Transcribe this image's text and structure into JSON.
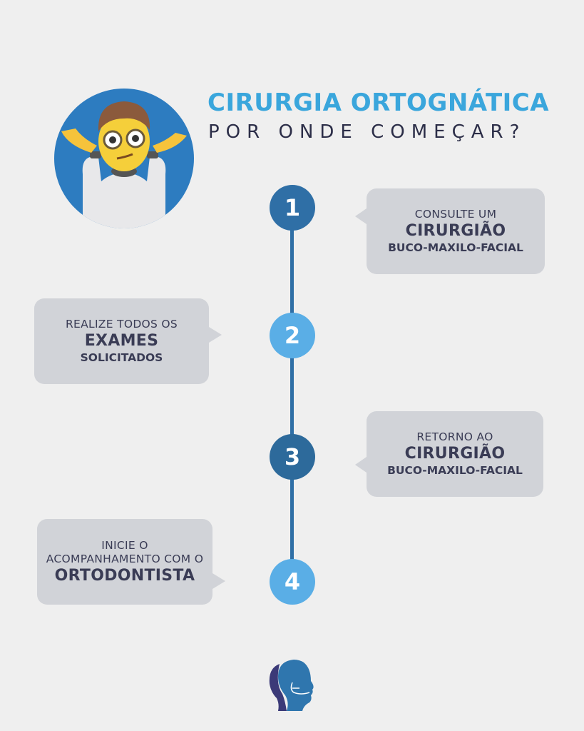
{
  "header": {
    "title": "CIRURGIA ORTOGNÁTICA",
    "subtitle": "POR ONDE COMEÇAR?"
  },
  "avatar": {
    "icon": "person-shrugging-emoji-icon",
    "background": "#2d7cc0"
  },
  "steps": [
    {
      "number": "1",
      "line1": "CONSULTE UM",
      "line2": "CIRURGIÃO",
      "line3": "BUCO-MAXILO-FACIAL",
      "circle_color": "#2f6fa6"
    },
    {
      "number": "2",
      "line1": "REALIZE TODOS OS",
      "line2": "EXAMES",
      "line3": "SOLICITADOS",
      "circle_color": "#5aaee6"
    },
    {
      "number": "3",
      "line1": "RETORNO AO",
      "line2": "CIRURGIÃO",
      "line3": "BUCO-MAXILO-FACIAL",
      "circle_color": "#2d6a9b"
    },
    {
      "number": "4",
      "line1": "INICIE O",
      "line1b": "ACOMPANHAMENTO COM O",
      "line2": "ORTODONTISTA",
      "circle_color": "#5aaee6"
    }
  ],
  "colors": {
    "accent": "#3aa6dc",
    "dark_text": "#2c2e48",
    "bubble_bg": "#d1d3d8",
    "page_bg": "#efefef"
  },
  "footer": {
    "logo_icon": "head-profile-logo-icon"
  }
}
